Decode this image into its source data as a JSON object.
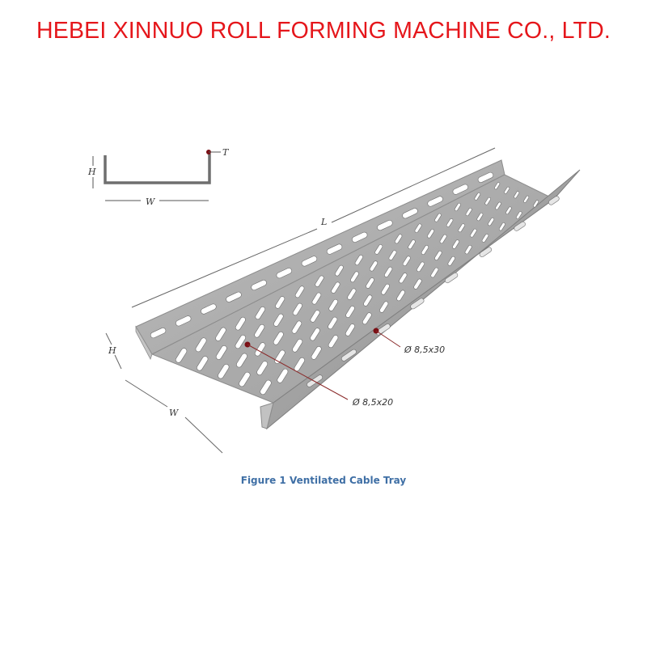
{
  "header": {
    "company_name": "HEBEI XINNUO ROLL FORMING MACHINE CO., LTD.",
    "color": "#e5161b"
  },
  "diagram": {
    "cross_section_labels": {
      "height": "H",
      "width": "W",
      "thickness": "T"
    },
    "tray_labels": {
      "length": "L",
      "height": "H",
      "width": "W"
    },
    "callouts": {
      "side_hole": "Ø 8,5x30",
      "bottom_hole": "Ø 8,5x20"
    },
    "colors": {
      "tray": "#a9a9a9",
      "marker": "#7a0e14",
      "leader": "#8a2a2a"
    }
  },
  "caption": {
    "text": "Figure 1 Ventilated Cable Tray",
    "color": "#3f6fa5"
  }
}
